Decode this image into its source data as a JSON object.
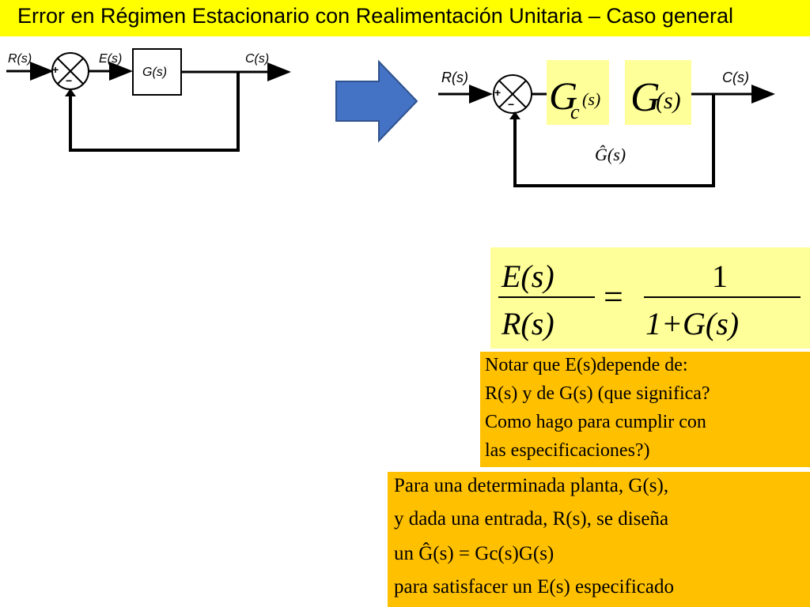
{
  "title": "Error en Régimen Estacionario con Realimentación Unitaria – Caso general",
  "colors": {
    "title_bg": "#ffff00",
    "highlight_yellow": "#ffff99",
    "orange": "#ffc000",
    "arrow_blue": "#4472c4",
    "arrow_border": "#2f528f"
  },
  "diagram_left": {
    "input": "R(s)",
    "error": "E(s)",
    "block": "G(s)",
    "output": "C(s)",
    "plus": "+",
    "minus": "−"
  },
  "diagram_right": {
    "input": "R(s)",
    "controller_main": "G",
    "controller_sub": "c",
    "controller_arg": "(s)",
    "plant_main": "G",
    "plant_arg": "(s)",
    "output": "C(s)",
    "combined": "Ĝ(s)",
    "plus": "+",
    "minus": "−"
  },
  "formula": {
    "num_left": "E(s)",
    "den_left": "R(s)",
    "equals": "=",
    "num_right": "1",
    "den_right": "1+G(s)"
  },
  "note_lines": [
    "Notar que E(s)depende de:",
    "R(s) y de G(s) (que significa?",
    "Como hago para cumplir con",
    "las especificaciones?)"
  ],
  "design_lines": [
    "Para una determinada planta, G(s),",
    "y dada una entrada, R(s), se diseña",
    "un Ĝ(s) = Gc(s)G(s)",
    "para satisfacer un E(s) especificado"
  ]
}
